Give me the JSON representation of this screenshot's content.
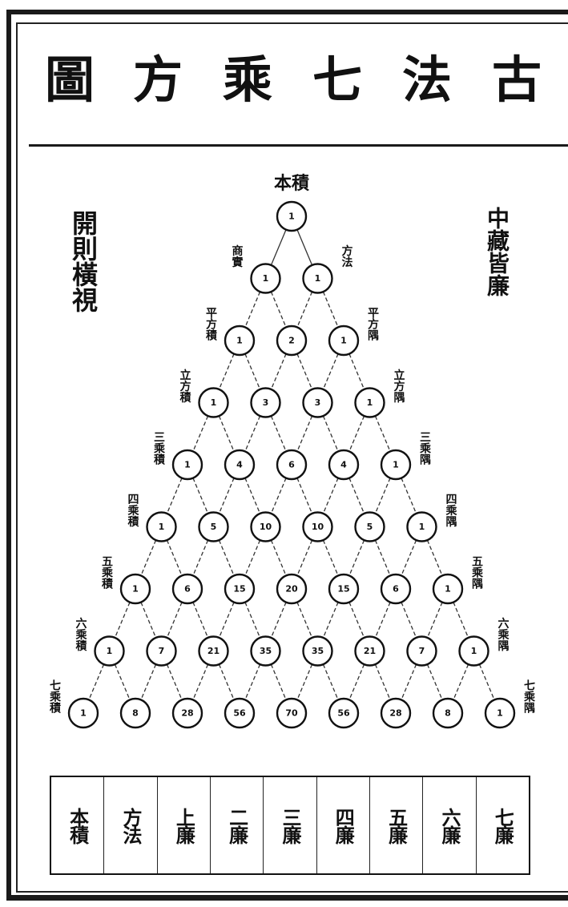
{
  "title": {
    "chars": [
      "古",
      "法",
      "七",
      "乘",
      "方",
      "圖"
    ]
  },
  "side_notes": {
    "left": "開則橫視",
    "right": "中藏皆廉"
  },
  "triangle": {
    "apex_label": "本積",
    "rows": [
      [
        1
      ],
      [
        1,
        1
      ],
      [
        1,
        2,
        1
      ],
      [
        1,
        3,
        3,
        1
      ],
      [
        1,
        4,
        6,
        4,
        1
      ],
      [
        1,
        5,
        10,
        10,
        5,
        1
      ],
      [
        1,
        6,
        15,
        20,
        15,
        6,
        1
      ],
      [
        1,
        7,
        21,
        35,
        35,
        21,
        7,
        1
      ],
      [
        1,
        8,
        28,
        56,
        70,
        56,
        28,
        8,
        1
      ]
    ],
    "left_labels": [
      "商實",
      "平方積",
      "立方積",
      "三乘積",
      "四乘積",
      "五乘積",
      "六乘積",
      "七乘積"
    ],
    "right_labels": [
      "方法",
      "平方隅",
      "立方隅",
      "三乘隅",
      "四乘隅",
      "五乘隅",
      "六乘隅",
      "七乘隅"
    ]
  },
  "legend": {
    "cells": [
      "本積",
      "方法",
      "上廉",
      "二廉",
      "三廉",
      "四廉",
      "五廉",
      "六廉",
      "七廉"
    ]
  }
}
